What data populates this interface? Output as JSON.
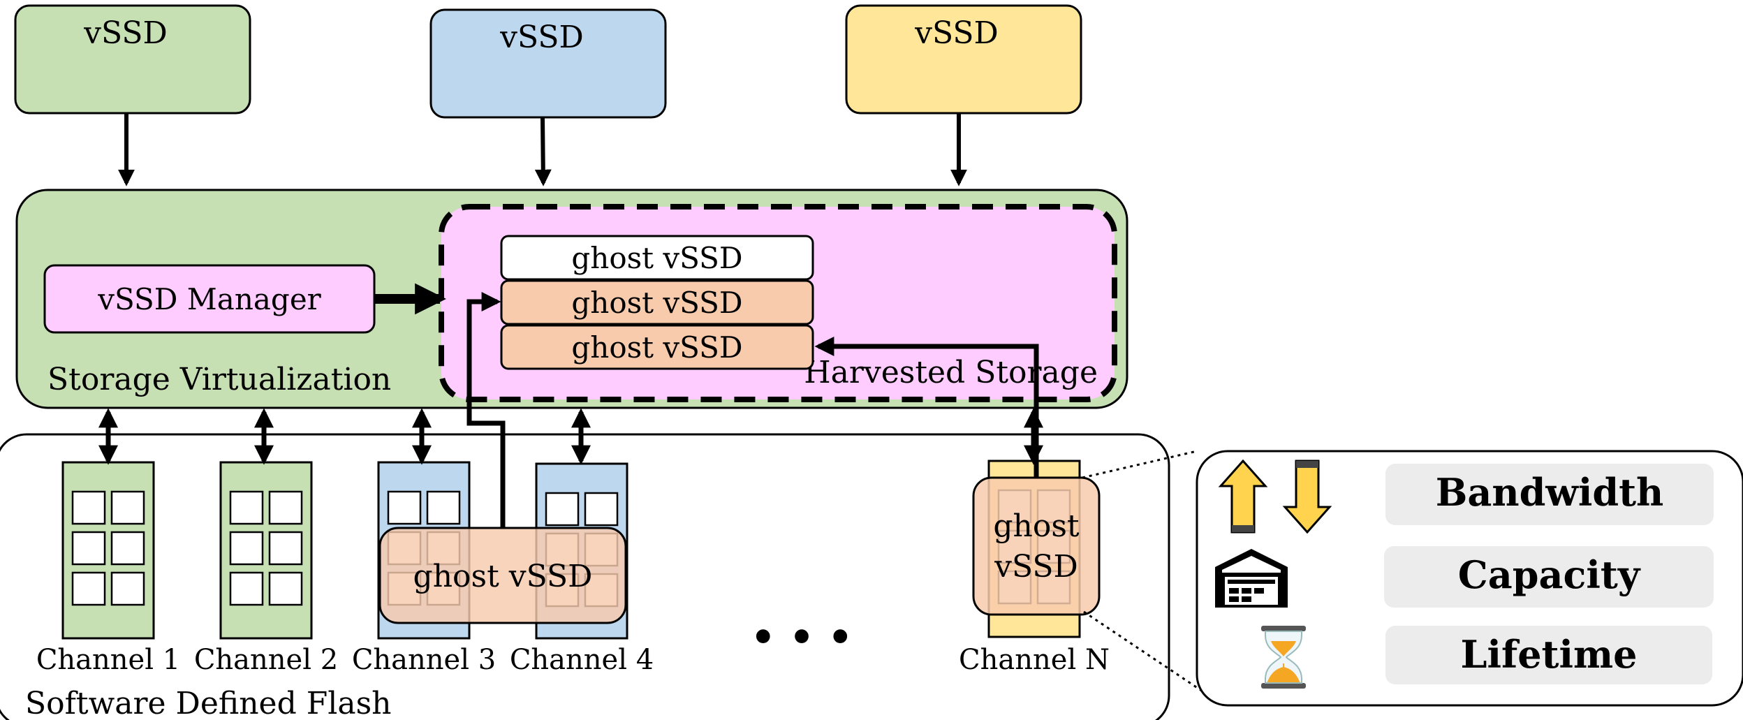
{
  "top_vssds": [
    {
      "label": "vSSD",
      "color": "#c6e0b4"
    },
    {
      "label": "vSSD",
      "color": "#bdd7ee"
    },
    {
      "label": "vSSD",
      "color": "#ffe699"
    }
  ],
  "storage_virtualization": {
    "label": "Storage Virtualization",
    "color": "#c6e0b4",
    "manager_label": "vSSD Manager",
    "manager_color": "#ffccff",
    "harvested_label": "Harvested Storage",
    "harvested_color": "#ffccff",
    "ghost_list": [
      {
        "label": "ghost vSSD",
        "color": "#ffffff"
      },
      {
        "label": "ghost vSSD",
        "color": "#f8cbad"
      },
      {
        "label": "ghost vSSD",
        "color": "#f8cbad"
      }
    ]
  },
  "software_defined_flash": {
    "label": "Software Defined Flash",
    "channels": [
      {
        "label": "Channel 1",
        "color": "#c6e0b4"
      },
      {
        "label": "Channel 2",
        "color": "#c6e0b4"
      },
      {
        "label": "Channel 3",
        "color": "#bdd7ee"
      },
      {
        "label": "Channel 4",
        "color": "#bdd7ee"
      },
      {
        "label": "Channel N",
        "color": "#ffe699"
      }
    ],
    "ellipsis": "• • •",
    "ghost_span_label": "ghost vSSD",
    "ghost_n_line1": "ghost",
    "ghost_n_line2": "vSSD",
    "ghost_color": "#f8cbad"
  },
  "resources": [
    {
      "label": "Bandwidth",
      "icon": "bandwidth-arrows-icon"
    },
    {
      "label": "Capacity",
      "icon": "warehouse-icon"
    },
    {
      "label": "Lifetime",
      "icon": "hourglass-icon"
    }
  ]
}
